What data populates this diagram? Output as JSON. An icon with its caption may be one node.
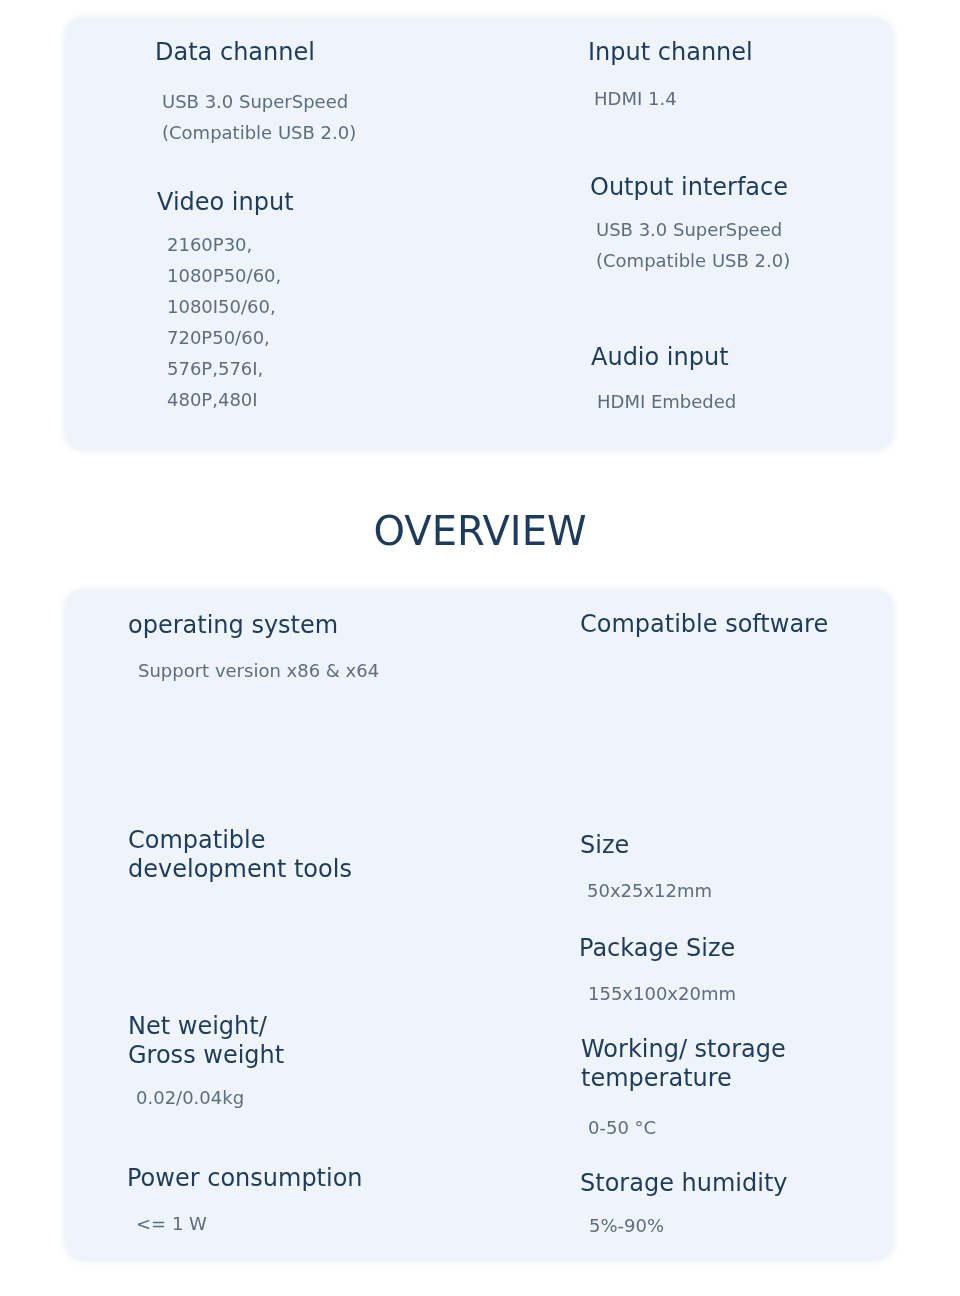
{
  "diagram": {
    "title": "OVERVIEW",
    "labels": [
      "Data channel",
      "USB 3.0 SuperSpeed (Compatible USB 2.0)",
      "Input channel",
      "HDMI 1.4",
      "Video input",
      "2160P30,",
      "1080P50/60,",
      "1080I50/60,",
      "720P50/60,",
      "576P,576I,",
      "480P,480I",
      "Output interface",
      "USB 3.0 SuperSpeed (Compatible USB 2.0)",
      "Audio input",
      "HDMI Embeded",
      "operating system",
      "Support version x86 & x64",
      "Compatible software",
      "Compatible development tools",
      "Size",
      "50x25x12mm",
      "Package Size",
      "155x100x20mm",
      "Net weight/ Gross weight",
      "0.02/0.04kg",
      "Working/ storage temperature",
      "0-50 °C",
      "Power consumption",
      "<= 1 W",
      "Storage humidity",
      "5%-90%"
    ]
  }
}
